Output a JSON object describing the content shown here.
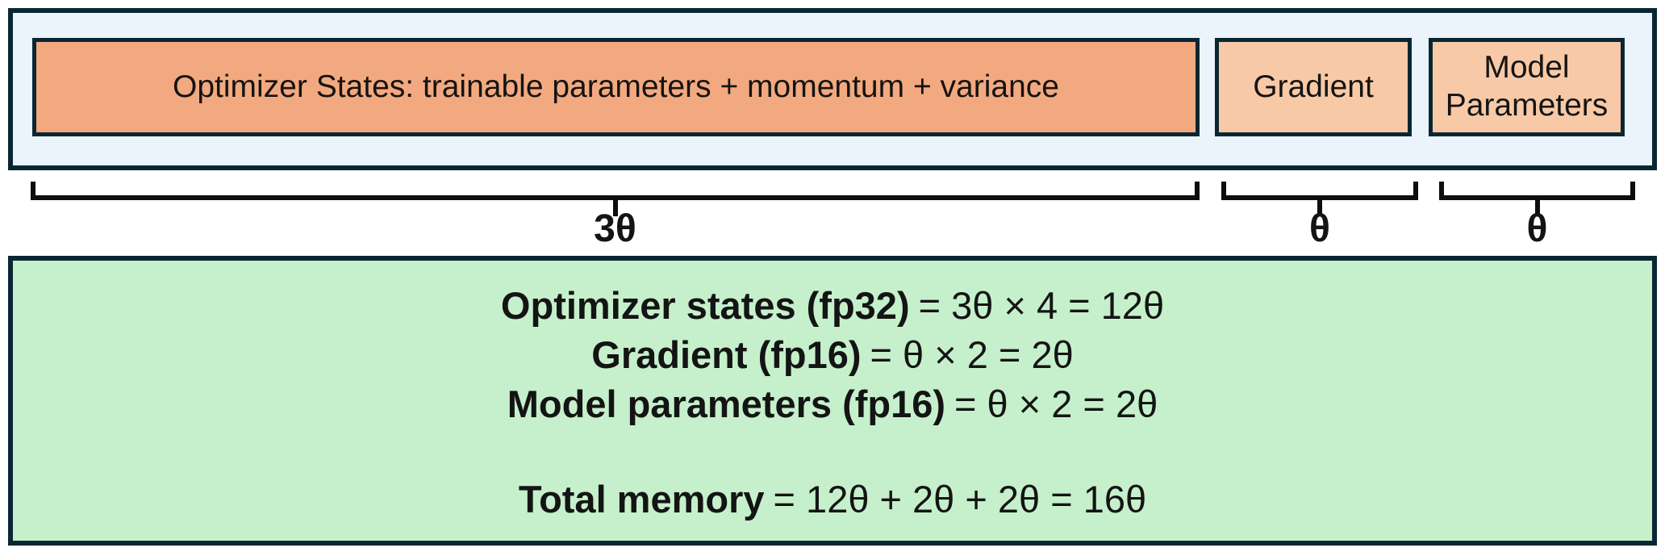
{
  "colors": {
    "border": "#0a2633",
    "bar_background": "#eaf4fa",
    "optimizer_fill": "#f3a97f",
    "small_fill": "#f8c9a6",
    "summary_background": "#c5f0cb",
    "text": "#141414",
    "brace": "#0c0e10"
  },
  "memory_bar": {
    "segments": [
      {
        "id": "optimizer-states",
        "label": "Optimizer States: trainable parameters + momentum + variance",
        "size_label": "3θ"
      },
      {
        "id": "gradient",
        "label": "Gradient",
        "size_label": "θ"
      },
      {
        "id": "model-parameters",
        "label": "Model Parameters",
        "size_label": "θ"
      }
    ]
  },
  "summary": {
    "lines": [
      {
        "term": "Optimizer states (fp32)",
        "formula": "= 3θ × 4 = 12θ"
      },
      {
        "term": "Gradient (fp16)",
        "formula": "= θ × 2 = 2θ"
      },
      {
        "term": "Model parameters (fp16)",
        "formula": "= θ × 2 = 2θ"
      },
      {
        "term": "Total memory",
        "formula": "= 12θ + 2θ + 2θ = 16θ"
      }
    ]
  }
}
